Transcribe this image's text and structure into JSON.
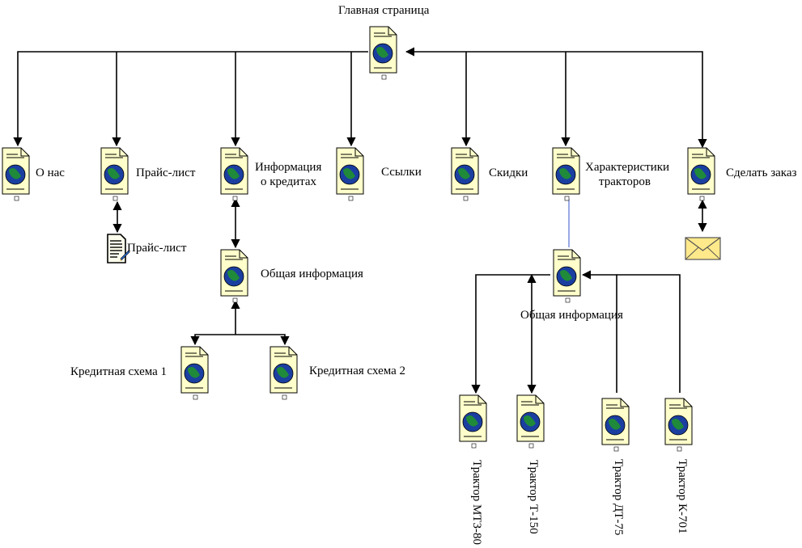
{
  "title": "Главная страница",
  "nodes": {
    "about": "О нас",
    "price": "Прайс-лист",
    "credit_info": [
      "Информация",
      "о кредитах"
    ],
    "links": "Ссылки",
    "discounts": "Скидки",
    "tractor_specs": [
      "Характеристики",
      "тракторов"
    ],
    "order": "Сделать заказ",
    "price_doc": "Прайс-лист",
    "credit_general": "Общая информация",
    "credit_scheme_1": "Кредитная схема 1",
    "credit_scheme_2": "Кредитная схема 2",
    "tractor_general": "Общая информация",
    "tractors": [
      "Трактор МТЗ-80",
      "Трактор Т-150",
      "Трактор ДТ-75",
      "Трактор К-701"
    ]
  },
  "colors": {
    "page_fill": "#ffffcc",
    "globe_water": "#1a3fa0",
    "globe_land": "#1f8a3a",
    "envelope": "#ffe98a",
    "line": "#000000",
    "link_blue": "#3355cc"
  }
}
